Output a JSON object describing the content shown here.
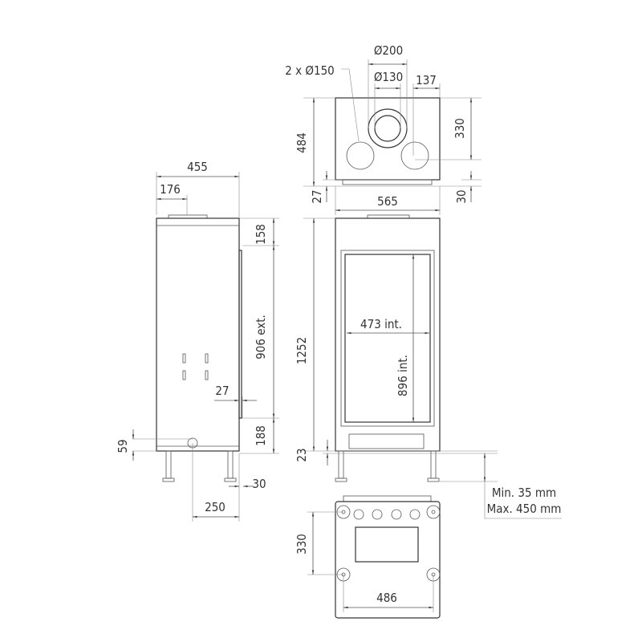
{
  "top_view": {
    "flue_outer": "Ø200",
    "flue_inner": "Ø130",
    "side_offset": "137",
    "side_flues": "2 x Ø150",
    "height": "484",
    "flue_height": "330",
    "base_left": "27",
    "base_right": "30",
    "width": "565"
  },
  "front_view": {
    "inner_width": "473 int.",
    "inner_height": "896 int.",
    "height": "1252",
    "base": "23",
    "legs_min": "Min. 35 mm",
    "legs_max": "Max. 450 mm"
  },
  "side_view": {
    "depth": "455",
    "collar_offset": "176",
    "top": "158",
    "door_ext": "906 ext.",
    "door_depth": "27",
    "bottom": "188",
    "inlet_height": "59",
    "leg_offset": "30",
    "inlet_offset": "250"
  },
  "bottom_view": {
    "foot_spacing_depth": "330",
    "foot_spacing_width": "486"
  }
}
